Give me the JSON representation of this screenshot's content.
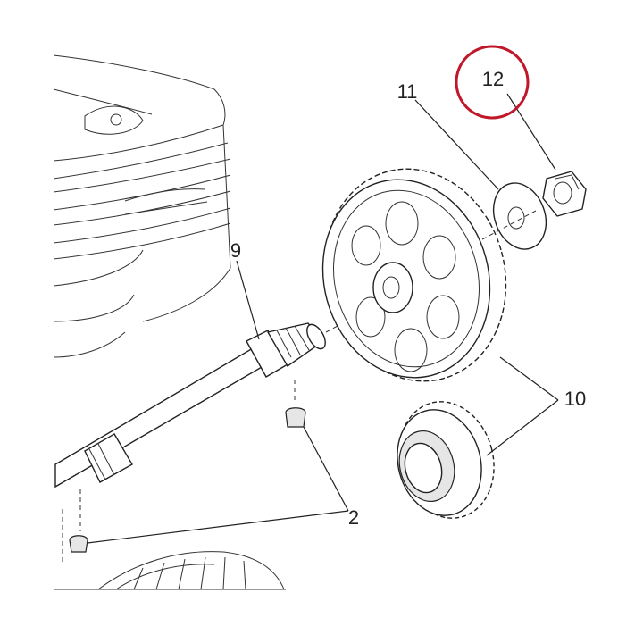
{
  "callouts": {
    "shaft": "9",
    "washer": "11",
    "nut": "12",
    "gears": "10",
    "keys": "2"
  },
  "highlight": {
    "target": "12",
    "color": "#c0182a"
  },
  "colors": {
    "line": "#222222",
    "background": "#ffffff"
  }
}
